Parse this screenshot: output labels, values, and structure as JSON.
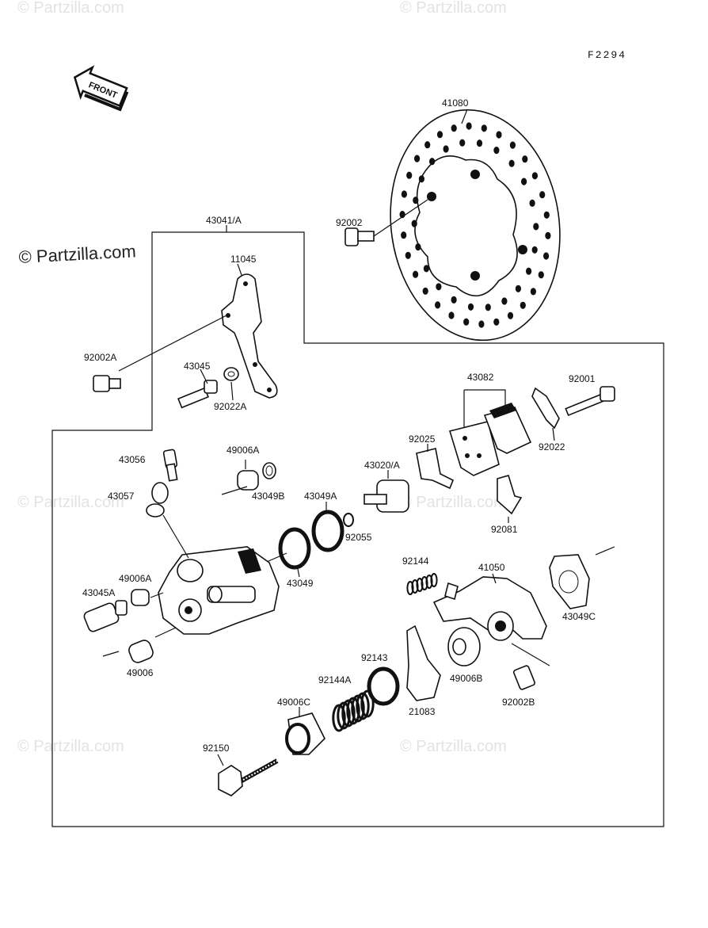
{
  "figure_code": "F2294",
  "front_label": "FRONT",
  "watermarks": {
    "main": "© Partzilla.com",
    "faint": "© Partzilla.com"
  },
  "parts": {
    "41080": "41080",
    "92002": "92002",
    "43041A": "43041/A",
    "11045": "11045",
    "92002A": "92002A",
    "43045": "43045",
    "92022A": "92022A",
    "43082": "43082",
    "92001": "92001",
    "92025": "92025",
    "92022": "92022",
    "43056": "43056",
    "49006A_top": "49006A",
    "43057": "43057",
    "43049B": "43049B",
    "43020A": "43020/A",
    "43049A": "43049A",
    "92055": "92055",
    "92081": "92081",
    "92144": "92144",
    "41050": "41050",
    "43049": "43049",
    "49006A_mid": "49006A",
    "43045A": "43045A",
    "43049C": "43049C",
    "49006": "49006",
    "92143": "92143",
    "49006B": "49006B",
    "92144A": "92144A",
    "92002B": "92002B",
    "21083": "21083",
    "49006C": "49006C",
    "92150": "92150"
  }
}
